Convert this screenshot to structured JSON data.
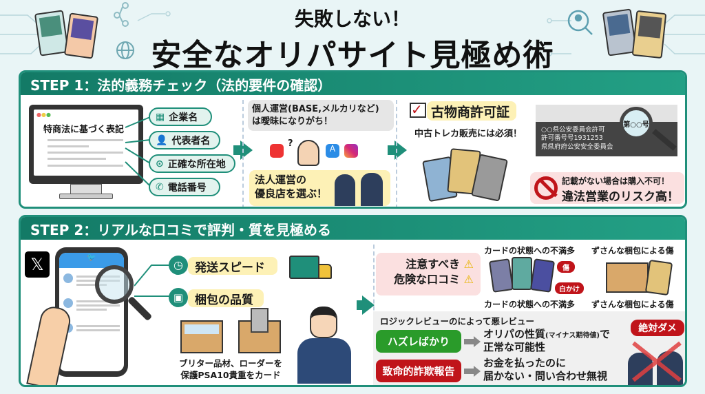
{
  "title": {
    "line1": "失敗しない！",
    "line2": "安全なオリパサイト見極め術"
  },
  "colors": {
    "accent": "#1f8f7a",
    "warning": "#c0141a",
    "good": "#2a9b2a",
    "highlight": "#fdf1b6"
  },
  "step1": {
    "header": "STEP 1：法的義務チェック（法的要件の確認）",
    "monitor_heading": "特商法に基づく表記",
    "items": [
      {
        "icon": "building-icon",
        "label": "企業名"
      },
      {
        "icon": "person-icon",
        "label": "代表者名"
      },
      {
        "icon": "location-pin-icon",
        "label": "正確な所在地"
      },
      {
        "icon": "phone-icon",
        "label": "電話番号"
      }
    ],
    "individual_note": "個人運営(BASE,メルカリなど)は曖昧になりがち！",
    "individual_line1": "個人運営(BASE,メルカリなど)",
    "individual_line2": "は曖昧になりがち！",
    "question_mark": "?",
    "corporate_line1": "法人運営の",
    "corporate_line2": "優良店を選ぶ！",
    "license_title": "古物商許可証",
    "license_sub": "中古トレカ販売には必須！",
    "plate_lines": [
      "○○県公安委員会許可",
      "許可番号号1931253",
      "県県府府公安安全委員会"
    ],
    "plate_magnified": "第○○号",
    "warning_line1": "記載がない場合は購入不可！",
    "warning_line2": "違法営業のリスク高！"
  },
  "step2": {
    "header": "STEP 2：リアルな口コミで評判・質を見極める",
    "points": [
      {
        "icon": "clock-icon",
        "label": "発送スピード"
      },
      {
        "icon": "box-icon",
        "label": "梱包の品質"
      }
    ],
    "packing_caption_line1": "ブリター品材、ローダーを",
    "packing_caption_line2": "保護PSA10貴重をカード",
    "caution_line1": "注意すべき",
    "caution_line2": "危険な口コミ",
    "card_complaint": "カードの状態への不満多",
    "packing_damage": "ずさんな梱包による傷",
    "tag_scratch": "傷",
    "tag_whitening": "白かけ",
    "bad_review_title": "ロジックレビューのによって悪レビュー",
    "reviews": [
      {
        "badge": "ハズレばかり",
        "line1": "オリパの性質",
        "small": "(マイナス期待値)",
        "line1_end": "で",
        "line2": "正常な可能性",
        "color": "#2a9b2a"
      },
      {
        "badge": "致命的詐欺報告",
        "line1": "お金を払ったのに",
        "line2": "届かない・問い合わせ無視",
        "color": "#c0141a"
      }
    ],
    "absolute_no": "絶対ダメ"
  }
}
